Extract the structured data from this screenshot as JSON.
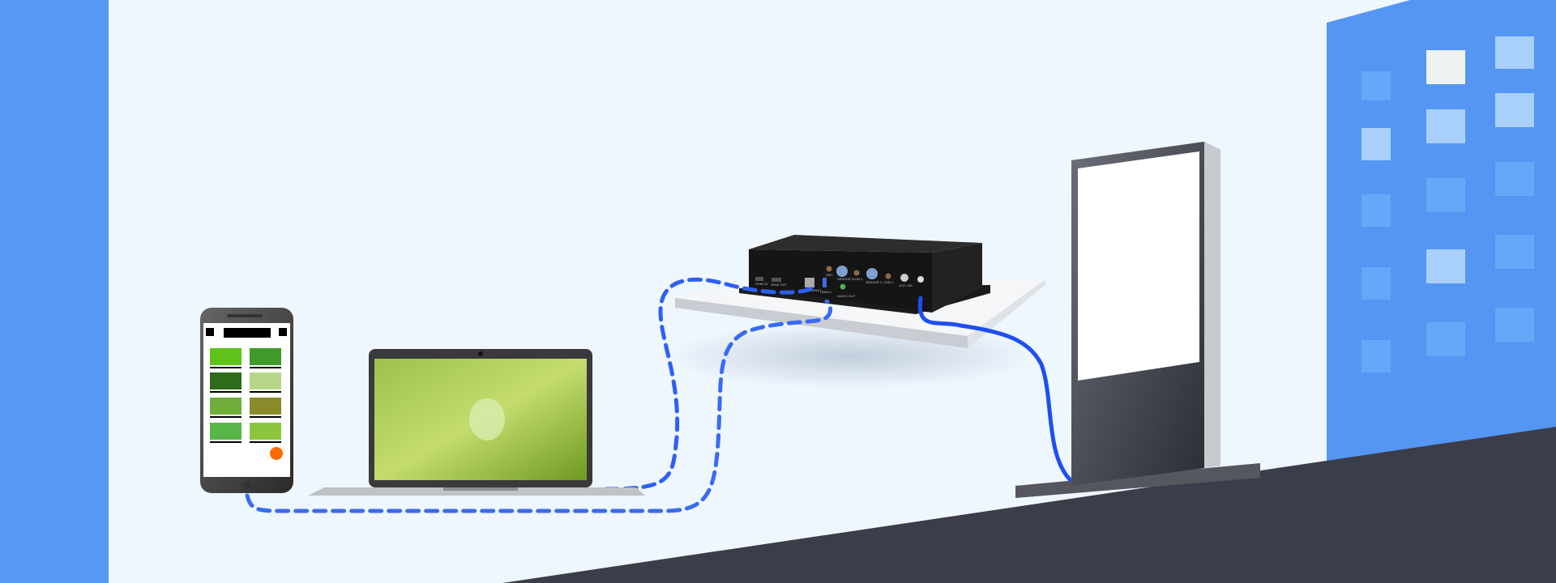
{
  "colors": {
    "background": "#eef6fe",
    "side_panel": "#5599f5",
    "building": "#5596f2",
    "ground": "#3b3e4a",
    "cable_dashed": "#2f5ff2",
    "cable_solid": "#1f4ff0",
    "phone_button": "#ff6a00"
  },
  "device": {
    "ports": [
      "HDMI IN",
      "HDMI OUT",
      "ETHERNET",
      "USB3.0",
      "AUDIO OUT",
      "WIFI",
      "SENSOR 1",
      "COM 1",
      "SENSOR 2",
      "COM 2",
      "12V==5A"
    ]
  }
}
